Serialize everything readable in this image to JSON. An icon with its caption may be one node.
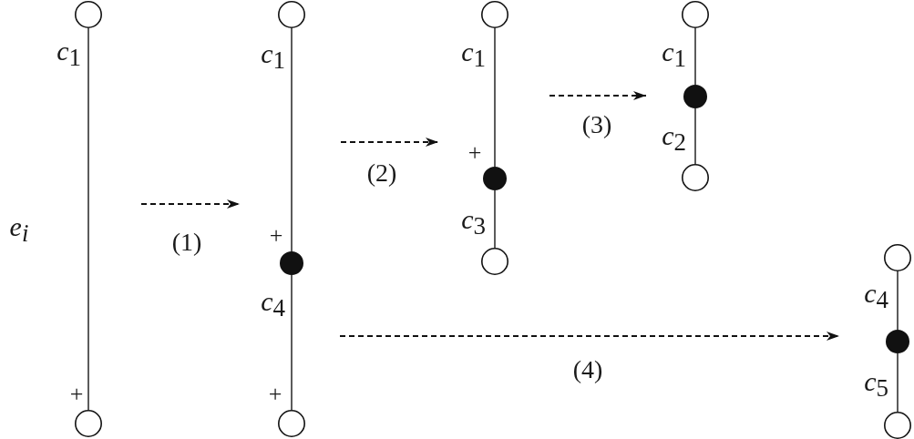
{
  "diagram": {
    "nodes": [
      {
        "text": [],
        "shape": "circle"
      },
      {
        "text": [],
        "shape": "circle",
        "beside": [
          "+"
        ]
      },
      {
        "text": [],
        "shape": "circle"
      },
      {
        "text": [],
        "shape": "dot",
        "beside": [
          "+"
        ]
      },
      {
        "text": [],
        "shape": "circle",
        "beside": [
          "+"
        ]
      },
      {
        "text": [],
        "shape": "circle"
      },
      {
        "text": [],
        "shape": "dot",
        "beside": [
          "+"
        ]
      },
      {
        "text": [],
        "shape": "circle"
      },
      {
        "text": [],
        "shape": "circle"
      },
      {
        "text": [],
        "shape": "dot"
      },
      {
        "text": [],
        "shape": "circle"
      },
      {
        "text": [],
        "shape": "circle"
      },
      {
        "text": [],
        "shape": "dot"
      },
      {
        "text": [],
        "shape": "circle"
      }
    ],
    "edges": [
      {
        "from": 0,
        "to": 1,
        "arrow": "none",
        "label": "*c*$_{1}$"
      },
      {
        "from": 2,
        "to": 3,
        "arrow": "none",
        "label": "*c*$_{1}$"
      },
      {
        "from": 3,
        "to": 4,
        "arrow": "none",
        "label": "*c*$_{4}$"
      },
      {
        "from": 5,
        "to": 6,
        "arrow": "none",
        "label": "*c*$_{1}$"
      },
      {
        "from": 6,
        "to": 7,
        "arrow": "none",
        "label": "*c*$_{3}$"
      },
      {
        "from": 8,
        "to": 9,
        "arrow": "none",
        "label": "*c*$_{1}$"
      },
      {
        "from": 9,
        "to": 10,
        "arrow": "none",
        "label": "*c*$_{2}$"
      },
      {
        "from": 11,
        "to": 12,
        "arrow": "none",
        "label": "*c*$_{4}$"
      },
      {
        "from": 12,
        "to": 13,
        "arrow": "none",
        "label": "*c*$_{5}$"
      }
    ],
    "labels": [
      "e$_{i}$",
      "(1)",
      "(2)",
      "(3)",
      "(4)"
    ]
  }
}
